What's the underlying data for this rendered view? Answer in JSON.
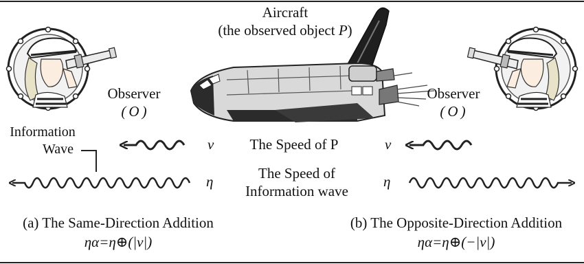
{
  "aircraft": {
    "line1": "Aircraft",
    "line2_prefix": "(the observed object ",
    "line2_var": "P",
    "line2_suffix": ")"
  },
  "observer_left": {
    "label": "Observer",
    "symbol": "(O)"
  },
  "observer_right": {
    "label": "Observer",
    "symbol": "(O)"
  },
  "info_wave_label": {
    "line1": "Information",
    "line2": "Wave"
  },
  "speed_p": {
    "symbol": "v",
    "label": "The Speed of P"
  },
  "speed_info": {
    "symbol": "η",
    "line1": "The Speed of",
    "line2": "Information wave"
  },
  "caption_a": {
    "title": "(a) The Same-Direction Addition",
    "formula": "ηα=η⊕(|v|)"
  },
  "caption_b": {
    "title": "(b) The Opposite-Direction Addition",
    "formula": "ηα=η⊕(−|v|)"
  },
  "icons": [
    "observer-porthole-icon",
    "space-shuttle-icon",
    "telescope-icon",
    "wave-arrow-icon"
  ],
  "colors": {
    "ink": "#222222",
    "shuttle_light": "#d9d9d9",
    "shuttle_dark": "#2b2b2b"
  }
}
